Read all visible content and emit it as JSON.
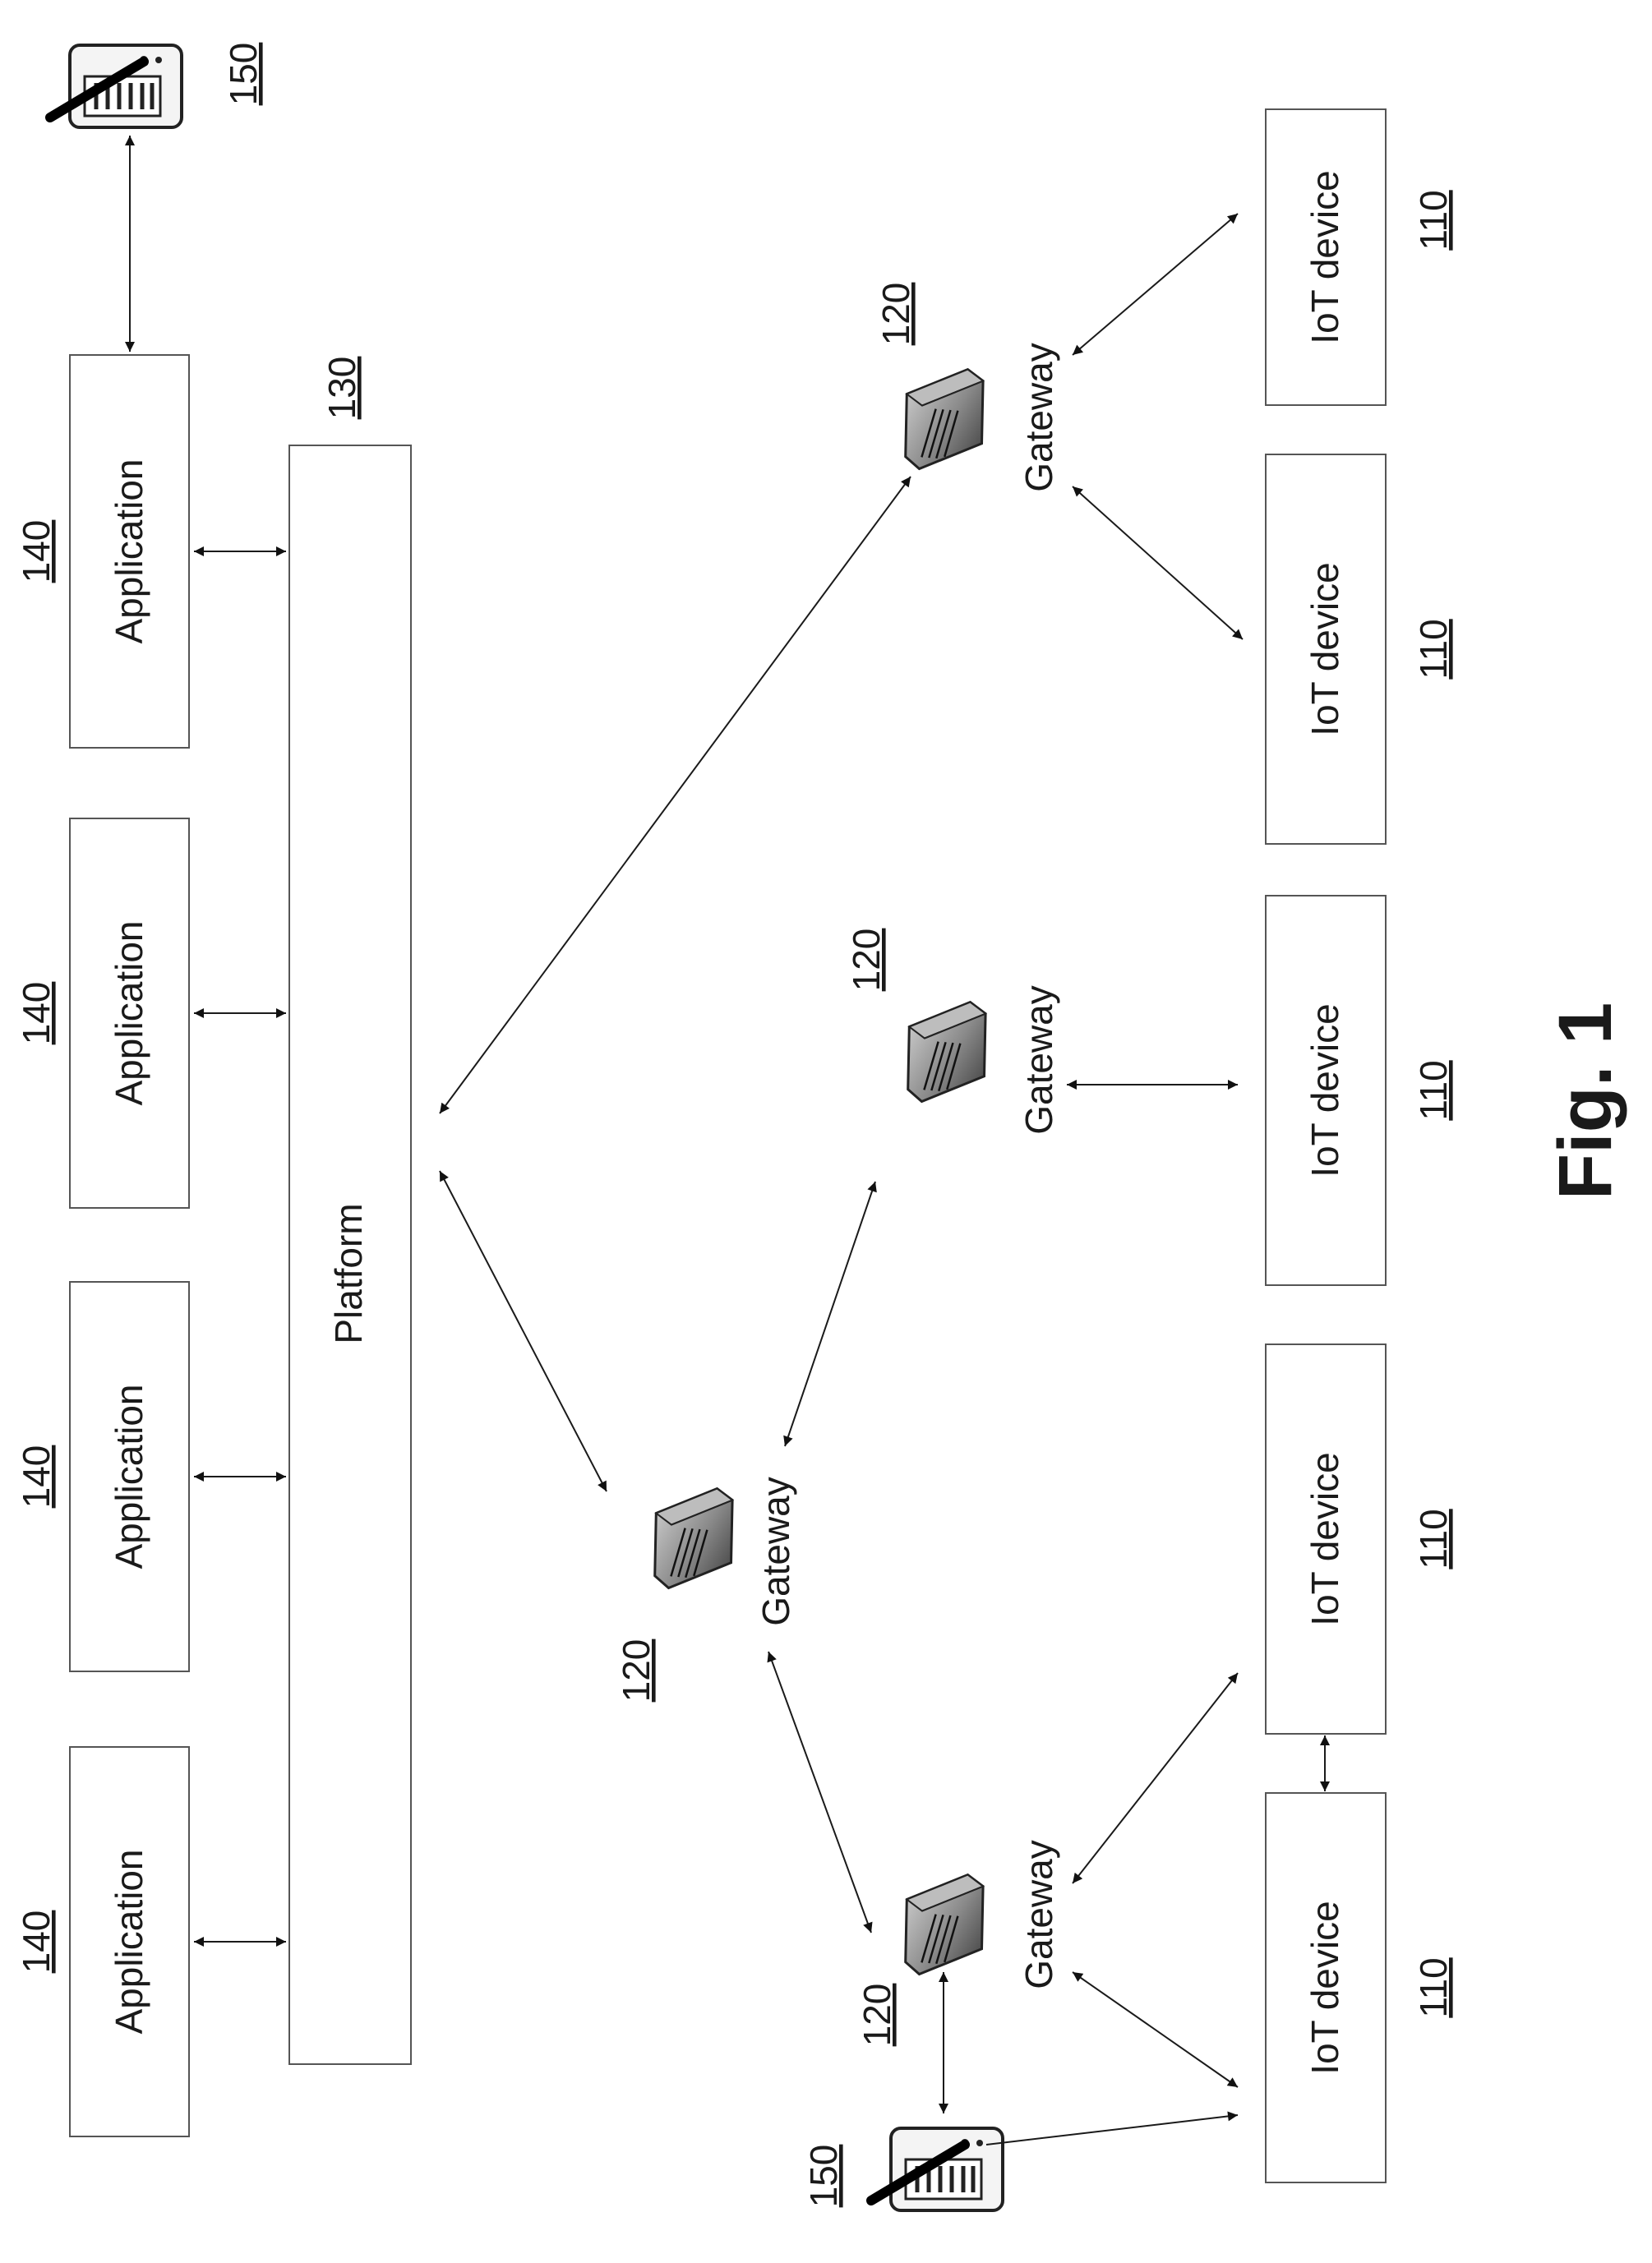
{
  "figure": {
    "caption": "Fig. 1"
  },
  "platform": {
    "label": "Platform",
    "ref": "130"
  },
  "applications": [
    {
      "label": "Application",
      "ref": "140"
    },
    {
      "label": "Application",
      "ref": "140"
    },
    {
      "label": "Application",
      "ref": "140"
    },
    {
      "label": "Application",
      "ref": "140"
    }
  ],
  "gateways": [
    {
      "label": "Gateway",
      "ref": "120"
    },
    {
      "label": "Gateway",
      "ref": "120"
    },
    {
      "label": "Gateway",
      "ref": "120"
    },
    {
      "label": "Gateway",
      "ref": "120"
    }
  ],
  "iot_devices": [
    {
      "label": "IoT device",
      "ref": "110"
    },
    {
      "label": "IoT device",
      "ref": "110"
    },
    {
      "label": "IoT device",
      "ref": "110"
    },
    {
      "label": "IoT device",
      "ref": "110"
    },
    {
      "label": "IoT device",
      "ref": "110"
    }
  ],
  "mobile_devices": [
    {
      "ref": "150",
      "icon": "pda-stylus-icon"
    },
    {
      "ref": "150",
      "icon": "pda-stylus-icon"
    }
  ]
}
